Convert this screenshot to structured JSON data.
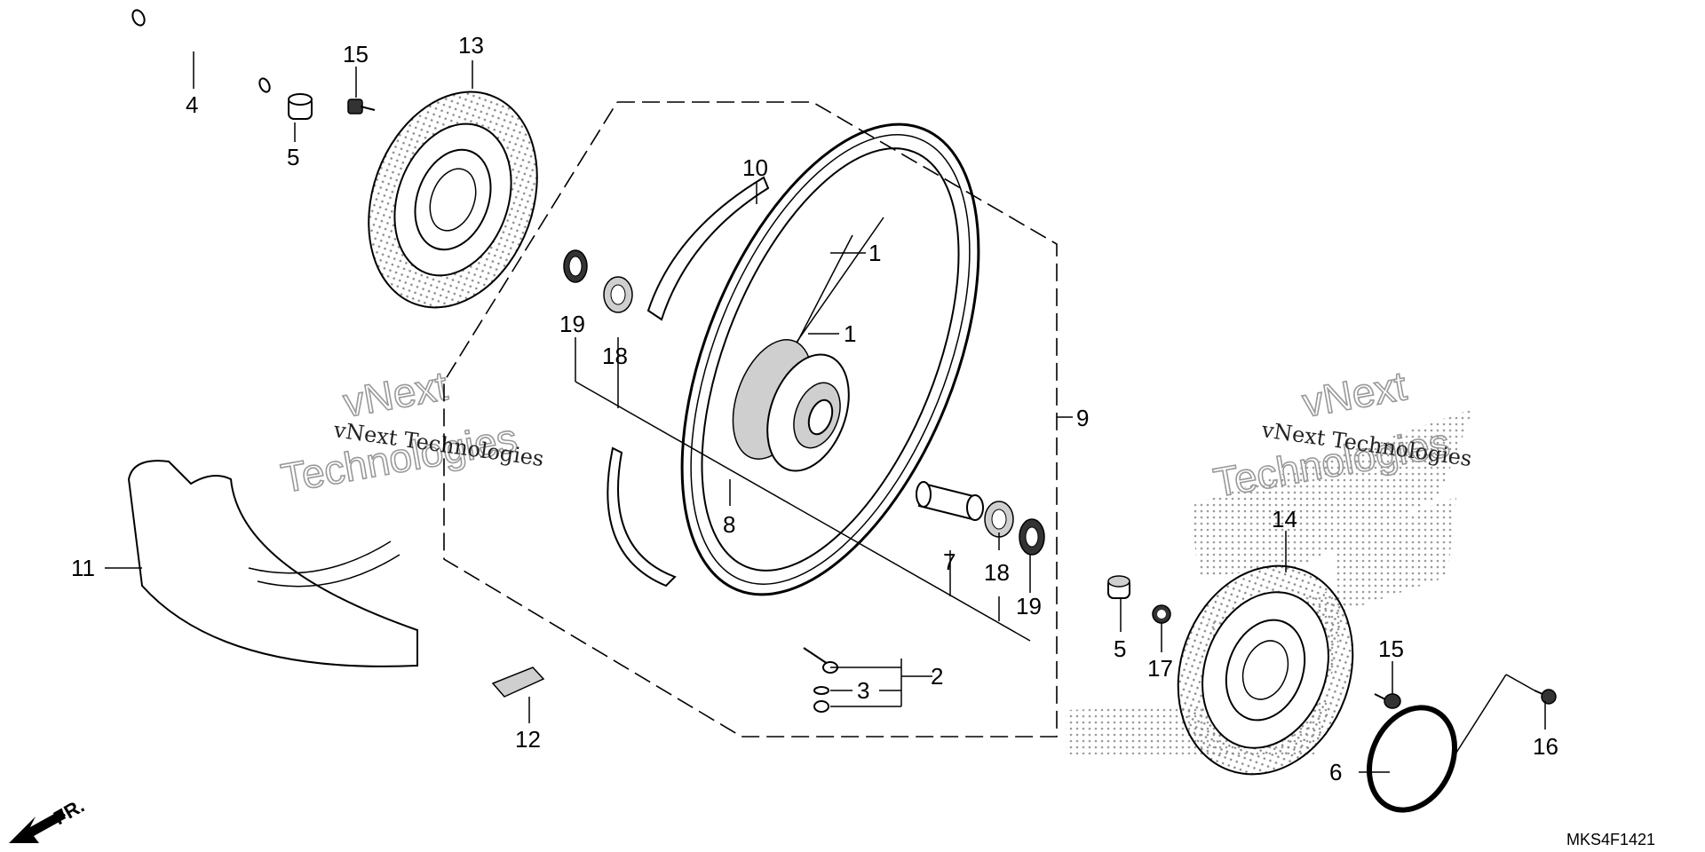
{
  "watermark": {
    "text_left": "vNext Technologies",
    "text_right": "vNext Technologies",
    "big_left_1": "vNext",
    "big_left_2": "Technologies",
    "big_right_1": "vNext",
    "big_right_2": "Technologies"
  },
  "callouts": {
    "n1a": "1",
    "n1b": "1",
    "n2": "2",
    "n3": "3",
    "n4": "4",
    "n5a": "5",
    "n5b": "5",
    "n6": "6",
    "n7": "7",
    "n8": "8",
    "n9": "9",
    "n10": "10",
    "n11": "11",
    "n12": "12",
    "n13": "13",
    "n14": "14",
    "n15a": "15",
    "n15b": "15",
    "n16": "16",
    "n17": "17",
    "n18a": "18",
    "n18b": "18",
    "n19a": "19",
    "n19b": "19"
  },
  "direction_label": "FR.",
  "diagram_code": "MKS4F1421"
}
